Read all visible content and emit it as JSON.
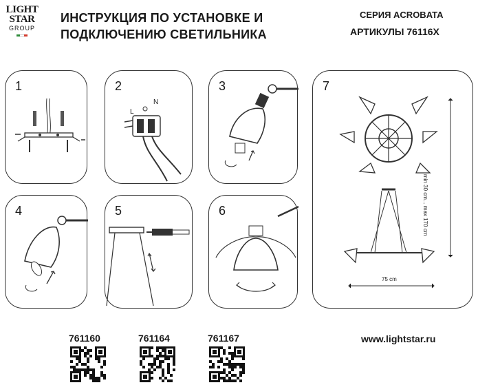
{
  "brand": {
    "line1": "LIGHT",
    "line2": "STAR",
    "line3": "GROUP",
    "flag_colors": [
      "#2e8b3a",
      "#ffffff",
      "#d23b2e"
    ]
  },
  "header": {
    "title_line1": "ИНСТРУКЦИЯ ПО УСТАНОВКЕ И",
    "title_line2": "ПОДКЛЮЧЕНИЮ СВЕТИЛЬНИКА",
    "series": "СЕРИЯ ACROBATA",
    "articles": "АРТИКУЛЫ 76116X"
  },
  "steps": [
    {
      "number": "1"
    },
    {
      "number": "2",
      "labels": {
        "l": "L",
        "n": "N"
      }
    },
    {
      "number": "3"
    },
    {
      "number": "4"
    },
    {
      "number": "5"
    },
    {
      "number": "6"
    },
    {
      "number": "7",
      "dim_vertical": "min 30 cm... max 170 cm",
      "dim_width": "75 cm"
    }
  ],
  "articles": [
    {
      "code": "761160",
      "qr_icon": "qr-code-icon"
    },
    {
      "code": "761164",
      "qr_icon": "qr-code-icon"
    },
    {
      "code": "761167",
      "qr_icon": "qr-code-icon"
    }
  ],
  "footer": {
    "url": "www.lightstar.ru"
  }
}
